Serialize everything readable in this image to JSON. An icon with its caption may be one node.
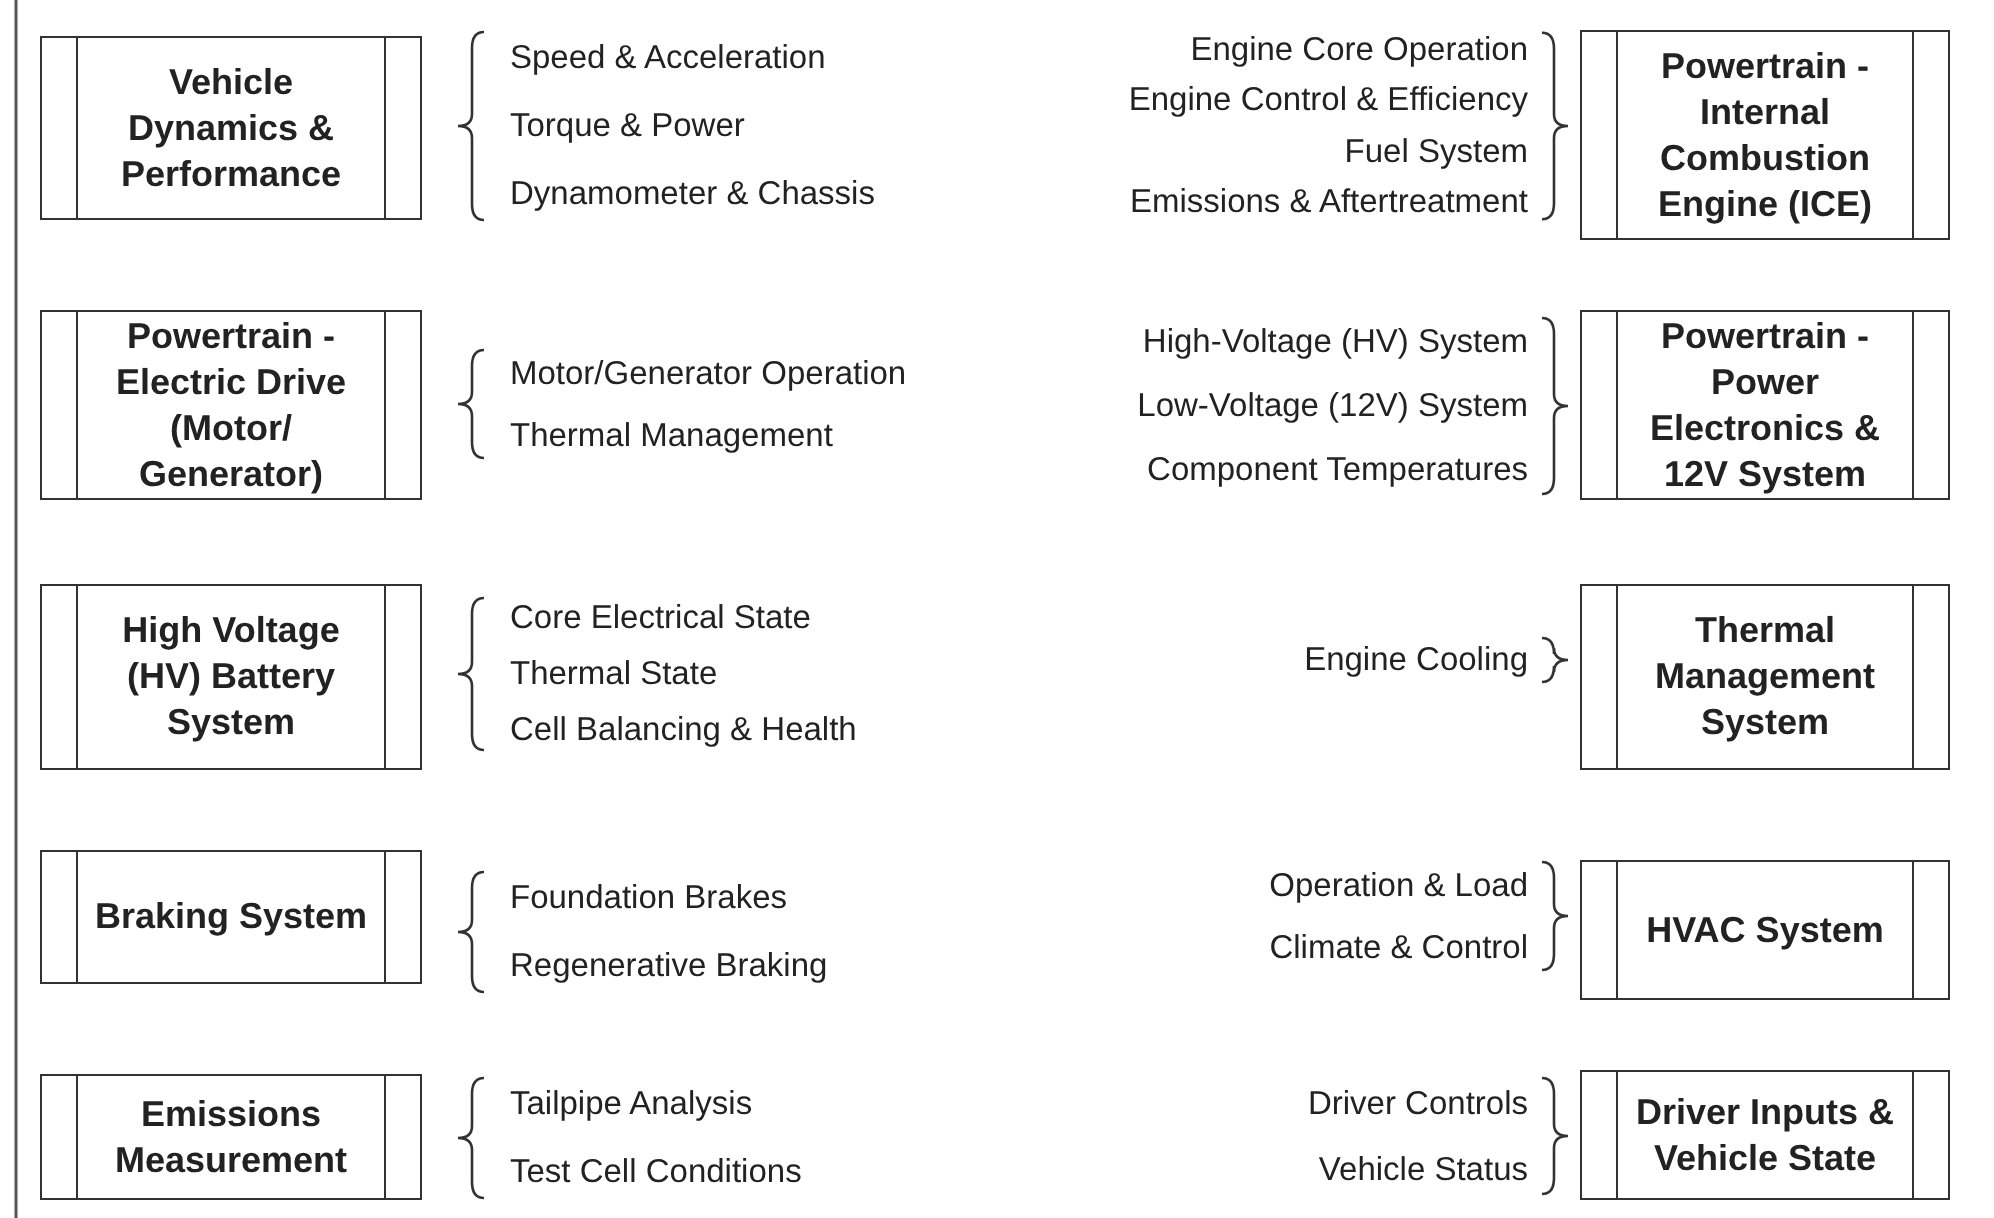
{
  "diagram": {
    "nodes": [
      {
        "text": [
          "Vehicle Dynamics & Performance"
        ],
        "beside": [
          "Speed & Acceleration",
          "Torque & Power",
          "Dynamometer & Chassis"
        ]
      },
      {
        "text": [
          "Powertrain - Internal Combustion Engine (ICE)"
        ],
        "beside": [
          "Engine Core Operation",
          "Engine Control & Efficiency",
          "Fuel System",
          "Emissions &  Aftertreatment"
        ]
      },
      {
        "text": [
          "Powertrain - Electric Drive (Motor/ Generator)"
        ],
        "beside": [
          "Motor/Generator Operation",
          "Thermal Management"
        ]
      },
      {
        "text": [
          "Powertrain - Power Electronics & 12V System"
        ],
        "beside": [
          "High-Voltage (HV) System",
          "Low-Voltage (12V) System",
          "Component Temperatures"
        ]
      },
      {
        "text": [
          "High Voltage (HV) Battery System"
        ],
        "beside": [
          "Core Electrical State",
          "Thermal State",
          "Cell Balancing & Health"
        ]
      },
      {
        "text": [
          "Thermal Management System"
        ],
        "beside": [
          "Engine Cooling"
        ]
      },
      {
        "text": [
          "Braking System"
        ],
        "beside": [
          "Foundation Brakes",
          "Regenerative Braking"
        ]
      },
      {
        "text": [
          "HVAC System"
        ],
        "beside": [
          "Operation & Load",
          "Climate & Control"
        ]
      },
      {
        "text": [
          "Emissions Measurement"
        ],
        "beside": [
          "Tailpipe Analysis",
          "Test Cell Conditions"
        ]
      },
      {
        "text": [
          "Driver Inputs & Vehicle State"
        ],
        "beside": [
          "Driver Controls",
          "Vehicle Status"
        ]
      }
    ]
  }
}
